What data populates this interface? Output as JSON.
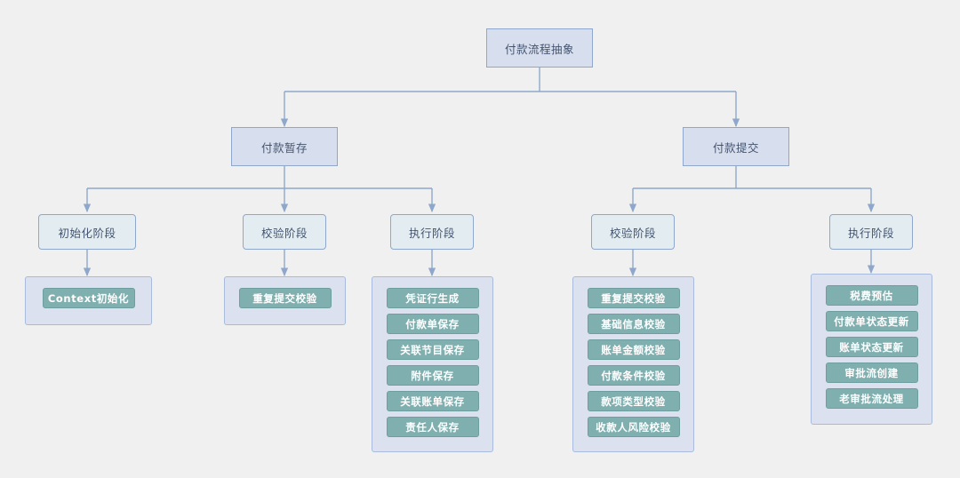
{
  "diagram": {
    "title": "付款流程抽象",
    "background_color": "#f0f0f0",
    "node_fill_top": "#d7deee",
    "node_fill_stage": "#e3edf1",
    "panel_fill": "#dbe1ee",
    "chip_fill": "#80afb0",
    "line_color": "#8ea7cb"
  },
  "root": {
    "label": "付款流程抽象"
  },
  "branches": [
    {
      "label": "付款暂存"
    },
    {
      "label": "付款提交"
    }
  ],
  "stages": [
    {
      "label": "初始化阶段"
    },
    {
      "label": "校验阶段"
    },
    {
      "label": "执行阶段"
    },
    {
      "label": "校验阶段"
    },
    {
      "label": "执行阶段"
    }
  ],
  "groups": {
    "save_init": {
      "items": [
        {
          "label": "Context初始化"
        }
      ]
    },
    "save_check": {
      "items": [
        {
          "label": "重复提交校验"
        }
      ]
    },
    "save_exec": {
      "items": [
        {
          "label": "凭证行生成"
        },
        {
          "label": "付款单保存"
        },
        {
          "label": "关联节目保存"
        },
        {
          "label": "附件保存"
        },
        {
          "label": "关联账单保存"
        },
        {
          "label": "责任人保存"
        }
      ]
    },
    "submit_check": {
      "items": [
        {
          "label": "重复提交校验"
        },
        {
          "label": "基础信息校验"
        },
        {
          "label": "账单金额校验"
        },
        {
          "label": "付款条件校验"
        },
        {
          "label": "款项类型校验"
        },
        {
          "label": "收款人风险校验"
        }
      ]
    },
    "submit_exec": {
      "items": [
        {
          "label": "税费预估"
        },
        {
          "label": "付款单状态更新"
        },
        {
          "label": "账单状态更新"
        },
        {
          "label": "审批流创建"
        },
        {
          "label": "老审批流处理"
        }
      ]
    }
  }
}
